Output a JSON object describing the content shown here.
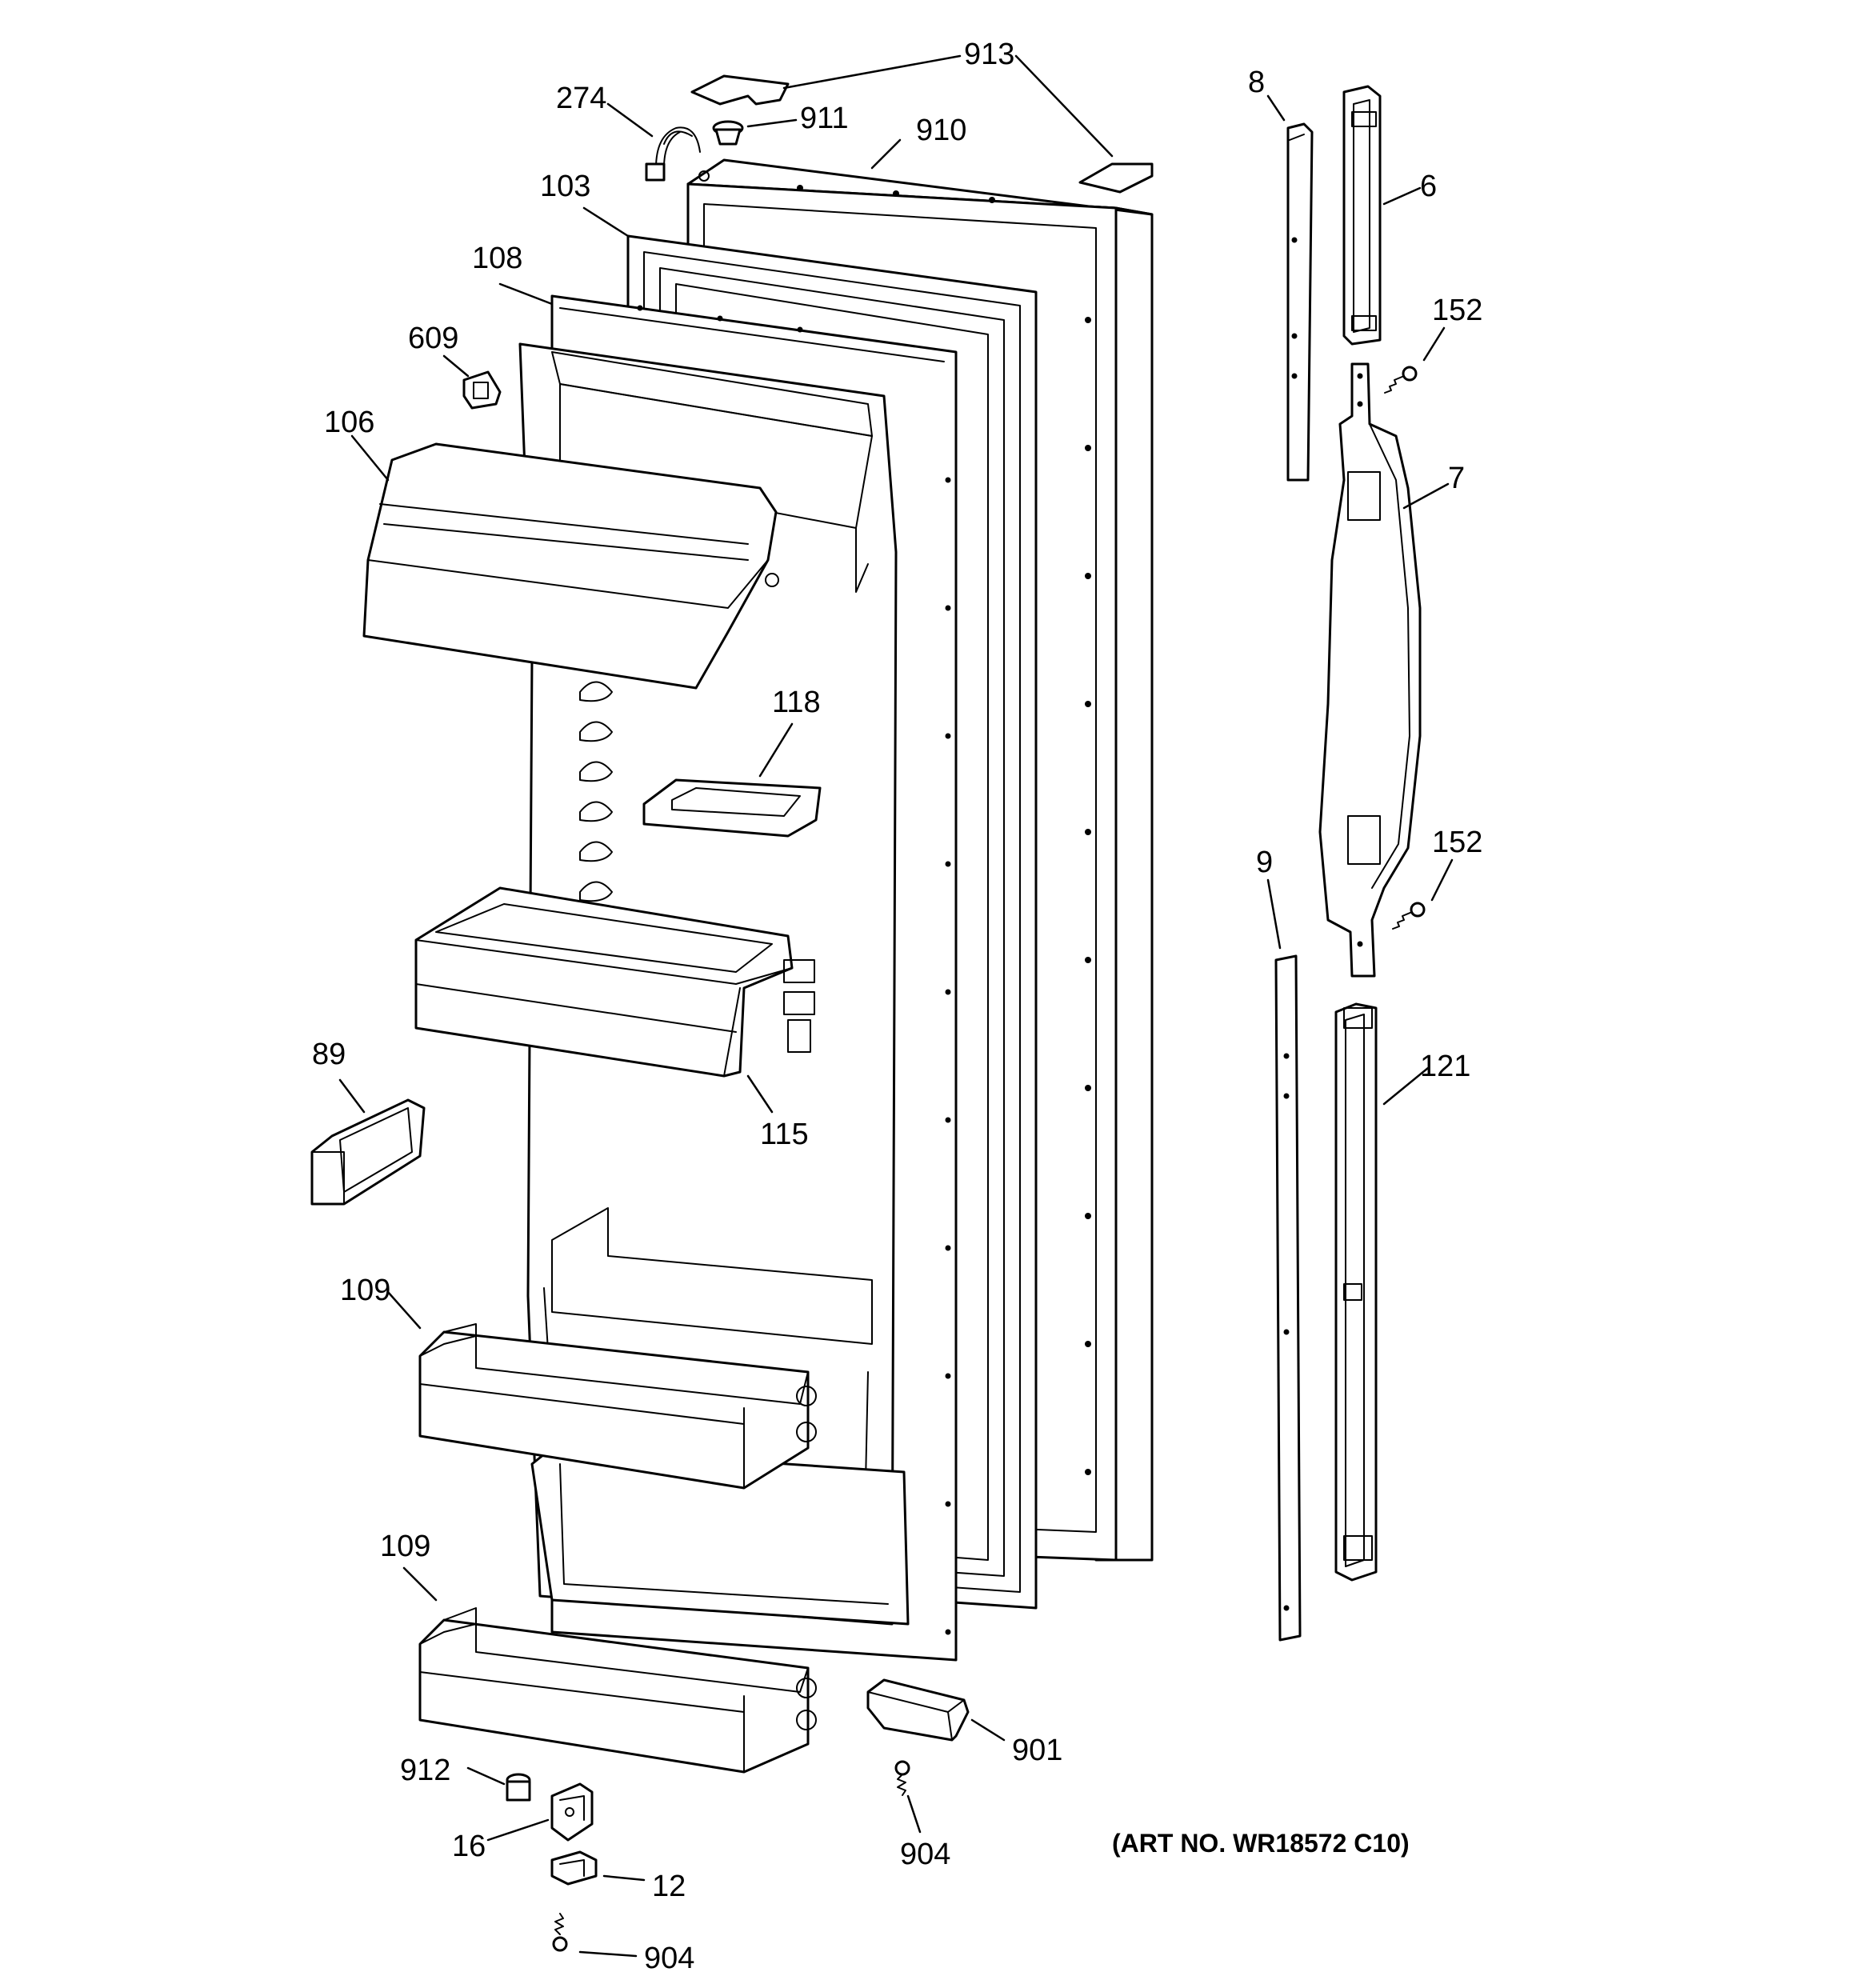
{
  "diagram": {
    "art_number": "(ART NO. WR18572 C10)",
    "callouts": {
      "c913": "913",
      "c274": "274",
      "c911": "911",
      "c910": "910",
      "c103": "103",
      "c108": "108",
      "c609": "609",
      "c106": "106",
      "c118": "118",
      "c115": "115",
      "c89": "89",
      "c109a": "109",
      "c109b": "109",
      "c912": "912",
      "c16": "16",
      "c12": "12",
      "c904a": "904",
      "c904b": "904",
      "c901": "901",
      "c8": "8",
      "c6": "6",
      "c152a": "152",
      "c7": "7",
      "c152b": "152",
      "c9": "9",
      "c121": "121"
    }
  }
}
